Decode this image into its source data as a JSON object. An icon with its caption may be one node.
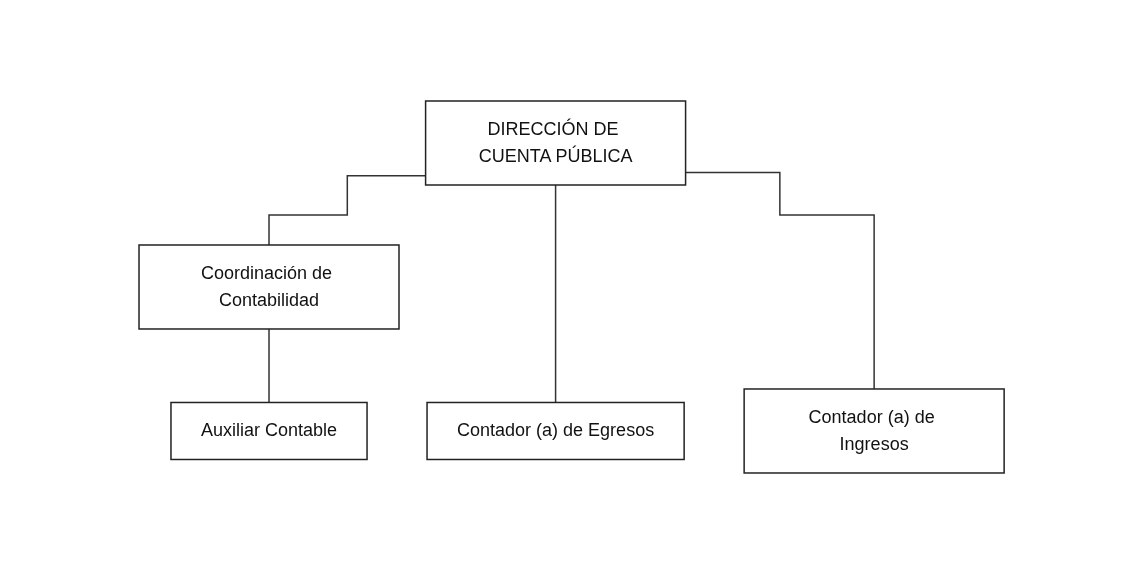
{
  "diagram": {
    "nodes": [
      {
        "text": [
          "DIRECCIÓN DE CUENTA PÚBLICA"
        ]
      },
      {
        "text": [
          "Coordinación de Contabilidad"
        ]
      },
      {
        "text": [
          "Auxiliar Contable"
        ]
      },
      {
        "text": [
          "Contador (a) de Egresos"
        ]
      },
      {
        "text": [
          "Contador (a) de Ingresos"
        ]
      }
    ],
    "edges": [
      {
        "from": 0,
        "to": 1,
        "arrow": "none"
      },
      {
        "from": 0,
        "to": 3,
        "arrow": "none"
      },
      {
        "from": 0,
        "to": 4,
        "arrow": "none"
      },
      {
        "from": 1,
        "to": 2,
        "arrow": "none"
      }
    ]
  }
}
